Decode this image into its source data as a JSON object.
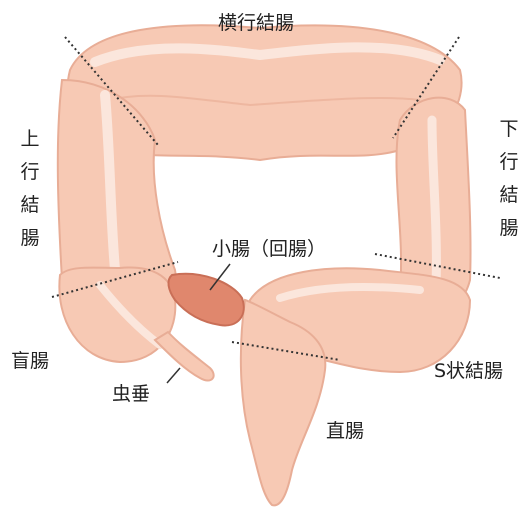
{
  "labels": {
    "transverse_colon": "横行結腸",
    "ascending_colon": [
      "上",
      "行",
      "結",
      "腸"
    ],
    "descending_colon": [
      "下",
      "行",
      "結",
      "腸"
    ],
    "small_intestine": "小腸（回腸）",
    "cecum": "盲腸",
    "appendix": "虫垂",
    "sigmoid_colon": "S状結腸",
    "rectum": "直腸"
  },
  "colors": {
    "colon_fill": "#f7c9b4",
    "colon_inner": "#fbe6dc",
    "colon_outline": "#e8ad96",
    "small_intestine_fill": "#e0876d",
    "boundary_line": "#333333"
  }
}
